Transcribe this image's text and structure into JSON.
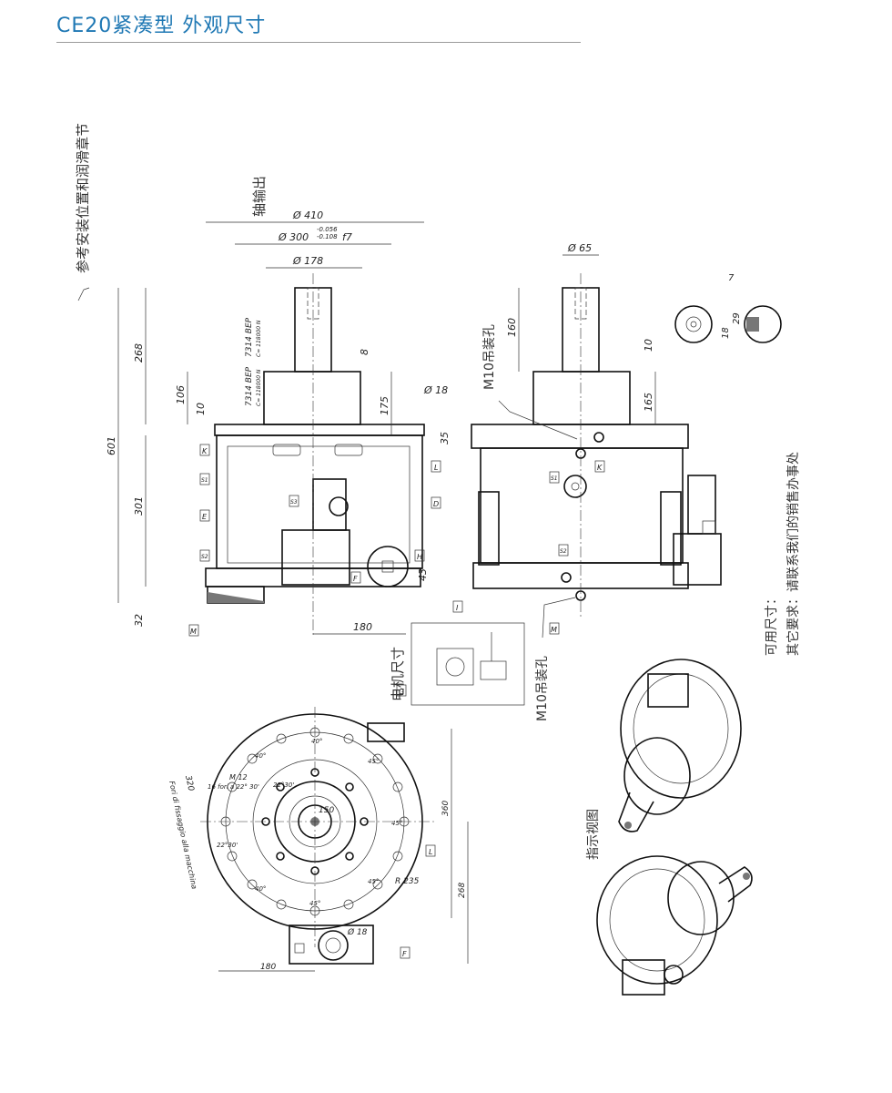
{
  "header": {
    "title": "CE20紧凑型 外观尺寸"
  },
  "labels": {
    "lubrication_note": "参考安装位置和润滑章节",
    "output_shaft": "轴输出",
    "motor_size": "电机尺寸",
    "lift_hole_1": "M10吊装孔",
    "lift_hole_2": "M10吊装孔",
    "indicative_view": "指示视图",
    "available_sizes": "可用尺寸：",
    "other_requirements": "其它要求：请联系我们的销售办事处"
  },
  "dimensions": {
    "d410": "Ø 410",
    "d300": "Ø 300",
    "d300_tol_upper": "-0.056",
    "d300_tol_lower": "-0.108",
    "d300_fit": "f7",
    "d178": "Ø 178",
    "d18": "Ø 18",
    "d65": "Ø 65",
    "h268": "268",
    "h106": "106",
    "h10": "10",
    "h601": "601",
    "h301": "301",
    "h32": "32",
    "h8": "8",
    "h175": "175",
    "h35": "35",
    "h43": "43",
    "w180": "180",
    "h160": "160",
    "h10b": "10",
    "h165": "165",
    "key7": "7",
    "key18": "18",
    "key29": "29",
    "bearing1": "7314 BEP",
    "bearing1_load": "C= 118000 N",
    "bearing2": "7314 BEP",
    "bearing2_load": "C= 118000 N",
    "bolt_thread": "M 12",
    "bolt_count": "16 fori a 22° 30'",
    "angle40a": "40°",
    "angle40b": "40°",
    "angle40c": "40°",
    "angle45a": "45°",
    "angle45b": "45°",
    "angle45c": "45°",
    "angle45d": "45°",
    "angle30a": "22°30'",
    "angle30b": "22°30'",
    "r235": "R 235",
    "d150": "150",
    "d320": "320",
    "d360": "360",
    "d268b": "268",
    "d180b": "180",
    "d18b": "Ø 18",
    "holes_text": "Fori di fissaggio alla macchina"
  },
  "markers": [
    "K",
    "S1",
    "E",
    "S2",
    "S3",
    "D",
    "H",
    "F",
    "L",
    "I",
    "M",
    "G"
  ]
}
